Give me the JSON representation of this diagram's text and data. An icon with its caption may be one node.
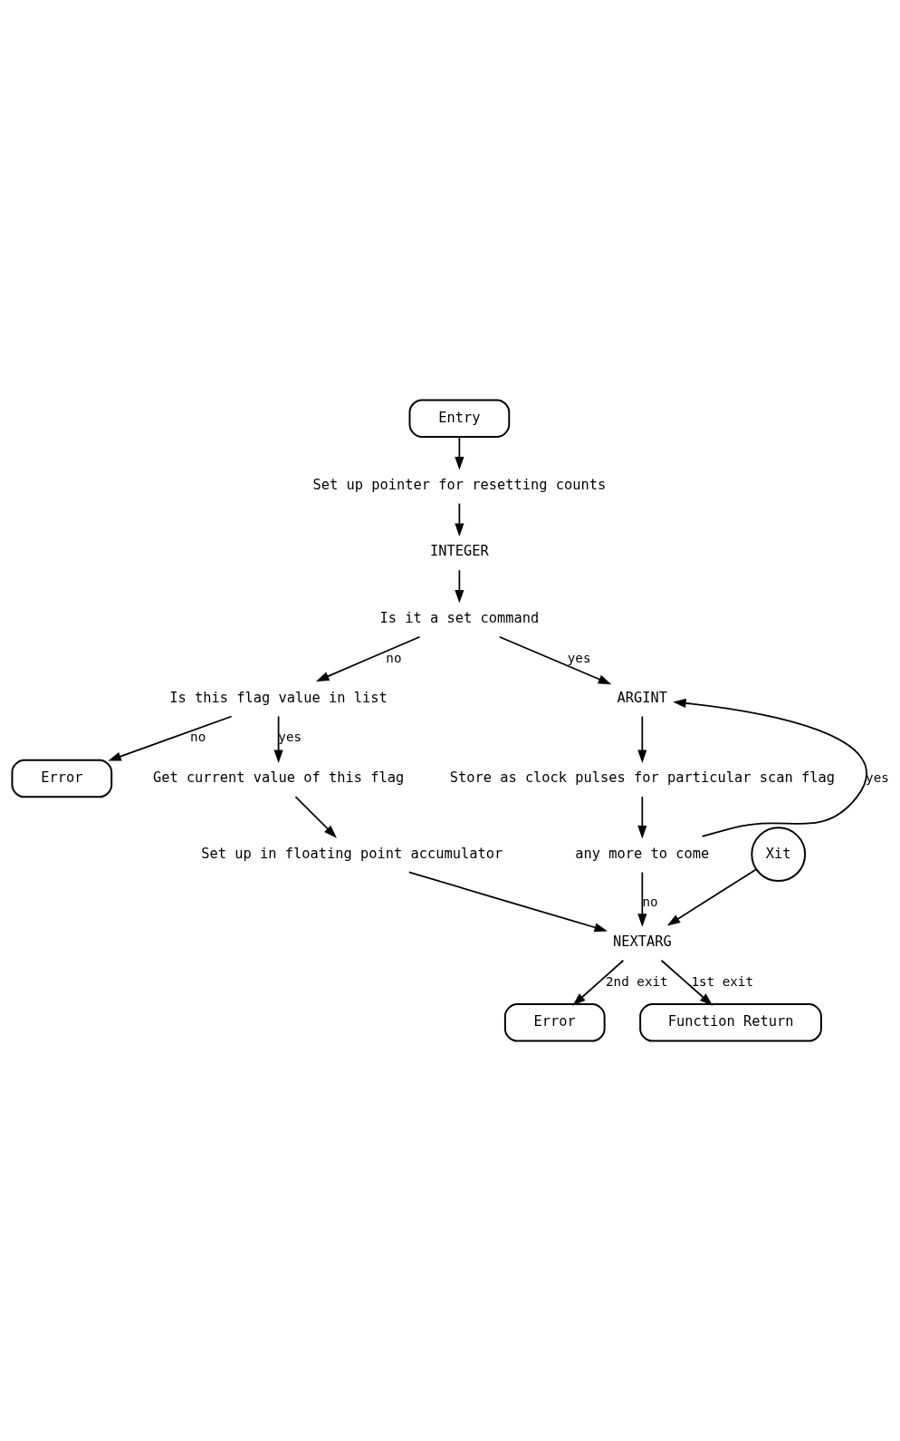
{
  "diagram": {
    "nodes": [
      {
        "text": [
          "Entry"
        ]
      },
      {
        "text": [
          "Set up pointer for resetting counts"
        ]
      },
      {
        "text": [
          "INTEGER"
        ]
      },
      {
        "text": [
          "Is it a set command"
        ]
      },
      {
        "text": [
          "Is this flag value in list"
        ]
      },
      {
        "text": [
          "Error"
        ]
      },
      {
        "text": [
          "Get current value of this flag"
        ]
      },
      {
        "text": [
          "Set up in floating point accumulator"
        ]
      },
      {
        "text": [
          "Xit"
        ]
      },
      {
        "text": [
          "NEXTARG"
        ]
      },
      {
        "text": [
          "Error"
        ]
      },
      {
        "text": [
          "Function Return"
        ]
      },
      {
        "text": [
          "ARGINT"
        ]
      },
      {
        "text": [
          "Store as clock pulses for particular scan flag"
        ]
      },
      {
        "text": [
          "any more to come"
        ]
      }
    ],
    "edges": [
      {
        "from": 0,
        "to": 1,
        "arrow": "to"
      },
      {
        "from": 1,
        "to": 2,
        "arrow": "to"
      },
      {
        "from": 2,
        "to": 3,
        "arrow": "to"
      },
      {
        "from": 3,
        "to": 4,
        "arrow": "to",
        "label": "no"
      },
      {
        "from": 3,
        "to": 12,
        "arrow": "to",
        "label": "yes"
      },
      {
        "from": 4,
        "to": 5,
        "arrow": "to",
        "label": "no"
      },
      {
        "from": 4,
        "to": 6,
        "arrow": "to",
        "label": "yes"
      },
      {
        "from": 6,
        "to": 7,
        "arrow": "to"
      },
      {
        "from": 7,
        "to": 9,
        "arrow": "to"
      },
      {
        "from": 8,
        "to": 9,
        "arrow": "to"
      },
      {
        "from": 9,
        "to": 10,
        "arrow": "to",
        "label": "2nd exit"
      },
      {
        "from": 9,
        "to": 11,
        "arrow": "to",
        "label": "1st exit"
      },
      {
        "from": 12,
        "to": 13,
        "arrow": "to"
      },
      {
        "from": 13,
        "to": 14,
        "arrow": "to"
      },
      {
        "from": 14,
        "to": 12,
        "arrow": "to",
        "label": "yes"
      },
      {
        "from": 14,
        "to": 9,
        "arrow": "to",
        "label": "no"
      }
    ]
  }
}
